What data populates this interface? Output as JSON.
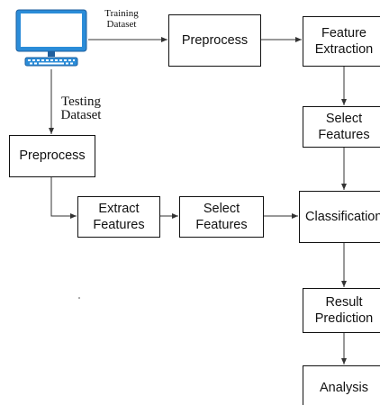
{
  "colors": {
    "box_border": "#111111",
    "arrow": "#333333",
    "monitor_blue": "#2b8cd8",
    "monitor_dark": "#1f5f9e",
    "screen": "#ffffff"
  },
  "icons": {
    "computer": "computer-monitor-icon"
  },
  "labels": {
    "training_dataset": "Training\nDataset",
    "testing_dataset": "Testing\nDataset"
  },
  "nodes": {
    "preprocess_top": "Preprocess",
    "feature_extraction": "Feature\nExtraction",
    "select_features_top": "Select\nFeatures",
    "classification": "Classification",
    "result_prediction": "Result\nPrediction",
    "analysis": "Analysis",
    "preprocess_left": "Preprocess",
    "extract_features": "Extract\nFeatures",
    "select_features_mid": "Select\nFeatures"
  }
}
